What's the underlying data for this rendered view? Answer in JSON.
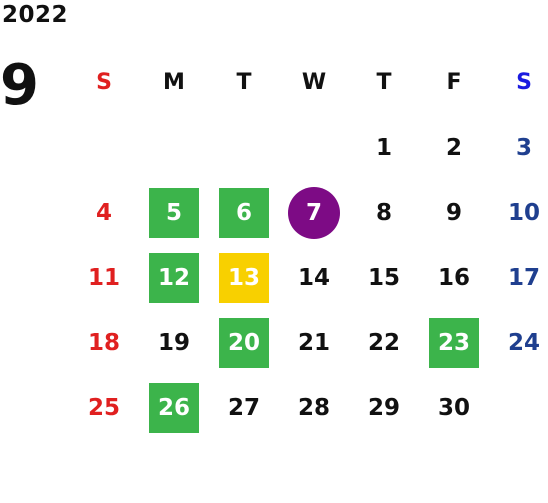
{
  "year": "2022",
  "month": "9",
  "weekdays": [
    "S",
    "M",
    "T",
    "W",
    "T",
    "F",
    "S"
  ],
  "weeks": [
    [
      "",
      "",
      "",
      "",
      "1",
      "2",
      "3"
    ],
    [
      "4",
      "5",
      "6",
      "7",
      "8",
      "9",
      "10"
    ],
    [
      "11",
      "12",
      "13",
      "14",
      "15",
      "16",
      "17"
    ],
    [
      "18",
      "19",
      "20",
      "21",
      "22",
      "23",
      "24"
    ],
    [
      "25",
      "26",
      "27",
      "28",
      "29",
      "30",
      ""
    ]
  ],
  "highlights": {
    "green_days": [
      "5",
      "6",
      "12",
      "20",
      "23",
      "26"
    ],
    "yellow_days": [
      "13"
    ],
    "circled_day": "7"
  },
  "colors": {
    "sunday": "#e02020",
    "saturday": "#1f3f8f",
    "saturday_header": "#1a1ae0",
    "green_highlight": "#3cb44b",
    "yellow_highlight": "#f8d000",
    "today_circle": "#7d0b85"
  }
}
